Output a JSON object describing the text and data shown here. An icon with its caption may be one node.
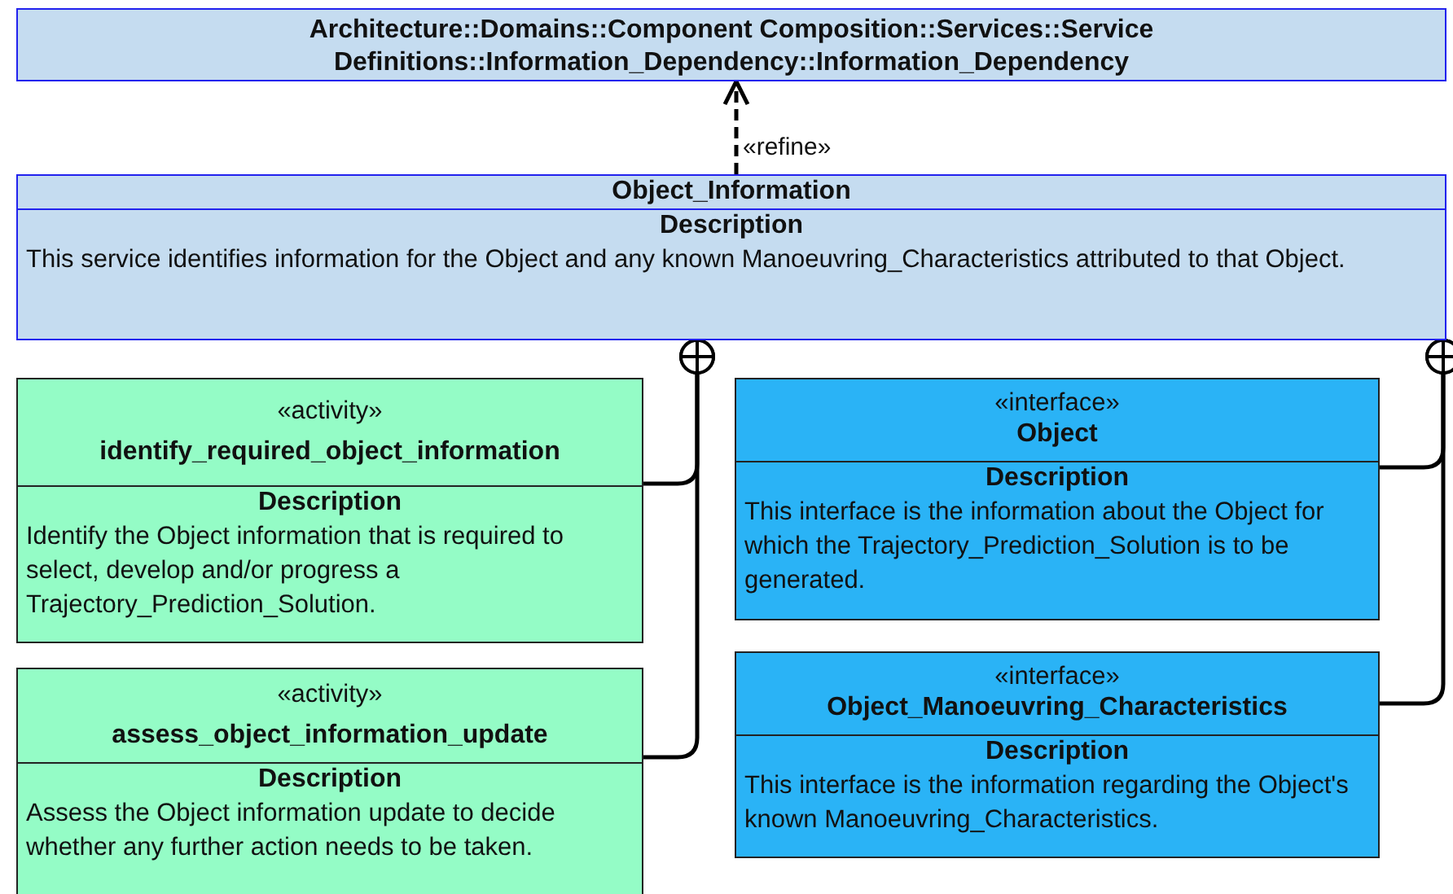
{
  "diagram": {
    "nodes": [
      {
        "text": [
          "Architecture::Domains::Component Composition::Services::Service Definitions::Information_Dependency::Information_Dependency"
        ]
      },
      {
        "text": [
          "Object_Information",
          "Description",
          "This service identifies information for the Object and any known Manoeuvring_Characteristics attributed to that Object."
        ]
      },
      {
        "text": [
          "«activity»",
          "identify_required_object_information",
          "Description",
          "Identify the Object information that is required to select, develop and/or progress a Trajectory_Prediction_Solution."
        ]
      },
      {
        "text": [
          "«activity»",
          "assess_object_information_update",
          "Description",
          "Assess the Object information update to decide whether any further action needs to be taken."
        ]
      },
      {
        "text": [
          "«interface»",
          "Object",
          "Description",
          "This interface is the information about the Object for which the Trajectory_Prediction_Solution is to be generated."
        ]
      },
      {
        "text": [
          "«interface»",
          "Object_Manoeuvring_Characteristics",
          "Description",
          "This interface is the information regarding the Object's known Manoeuvring_Characteristics."
        ]
      }
    ],
    "edges": [
      {
        "from": 1,
        "to": 0,
        "arrow": "to",
        "style": "dashed",
        "label": "«refine»"
      },
      {
        "from": 2,
        "to": 1,
        "arrow": "other"
      },
      {
        "from": 3,
        "to": 1,
        "arrow": "other"
      },
      {
        "from": 4,
        "to": 1,
        "arrow": "other"
      },
      {
        "from": 5,
        "to": 1,
        "arrow": "other"
      }
    ]
  }
}
